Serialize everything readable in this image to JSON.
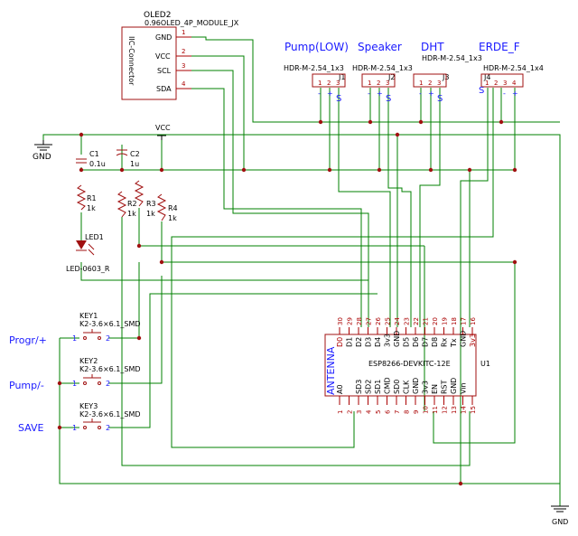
{
  "colors": {
    "wire": "#008000",
    "component": "#a01010",
    "pin": "#aa0000",
    "text": "#000000",
    "label": "#1a1aff",
    "junction": "#a01010"
  },
  "oled": {
    "ref": "OLED2",
    "value": "0.96OLED_4P_MODULE_JX",
    "body_label": "IIC-Connector",
    "pins": [
      {
        "name": "GND",
        "num": "1"
      },
      {
        "name": "VCC",
        "num": "2"
      },
      {
        "name": "SCL",
        "num": "3"
      },
      {
        "name": "SDA",
        "num": "4"
      }
    ]
  },
  "headers": [
    {
      "title": "Pump(LOW)",
      "ref": "J1",
      "value": "HDR-M-2.54_1x3",
      "pins": [
        "1",
        "2",
        "3"
      ],
      "signs": [
        "-",
        "+",
        "S"
      ]
    },
    {
      "title": "Speaker",
      "ref": "J2",
      "value": "HDR-M-2.54_1x3",
      "pins": [
        "1",
        "2",
        "3"
      ],
      "signs": [
        "-",
        "+",
        "S"
      ]
    },
    {
      "title": "DHT",
      "ref": "J3",
      "value": "HDR-M-2.54_1x3",
      "pins": [
        "1",
        "2",
        "3"
      ],
      "signs": [
        "-",
        "+",
        "S"
      ]
    },
    {
      "title": "ERDE_F",
      "ref": "J4",
      "value": "HDR-M-2.54_1x4",
      "pins": [
        "1",
        "2",
        "3",
        "4"
      ],
      "signs": [
        "S",
        "",
        "-",
        "+"
      ]
    }
  ],
  "power": {
    "gnd_left": "GND",
    "gnd_right": "GND",
    "vcc": "VCC"
  },
  "caps": [
    {
      "ref": "C1",
      "value": "0.1u"
    },
    {
      "ref": "C2",
      "value": "1u"
    }
  ],
  "resistors": [
    {
      "ref": "R1",
      "value": "1k"
    },
    {
      "ref": "R2",
      "value": "1k"
    },
    {
      "ref": "R3",
      "value": "1k"
    },
    {
      "ref": "R4",
      "value": "1k"
    }
  ],
  "led": {
    "ref": "LED1",
    "value": "LED-0603_R"
  },
  "keys": [
    {
      "ref": "KEY1",
      "value": "K2-3.6×6.1_SMD",
      "label": "Progr/+",
      "p1": "1",
      "p2": "2"
    },
    {
      "ref": "KEY2",
      "value": "K2-3.6×6.1_SMD",
      "label": "Pump/-",
      "p1": "1",
      "p2": "2"
    },
    {
      "ref": "KEY3",
      "value": "K2-3.6×6.1_SMD",
      "label": "SAVE",
      "p1": "1",
      "p2": "2"
    }
  ],
  "esp": {
    "ref": "U1",
    "value": "ESP8266-DEVKITC-12E",
    "antenna": "ANTENNA",
    "top_names": [
      "D0",
      "D1",
      "D2",
      "D3",
      "D4",
      "3v3",
      "GND",
      "D5",
      "D6",
      "D7",
      "D8",
      "Rx",
      "Tx",
      "GND",
      "3v3"
    ],
    "top_nums": [
      "30",
      "29",
      "28",
      "27",
      "26",
      "25",
      "24",
      "23",
      "22",
      "21",
      "20",
      "19",
      "18",
      "17",
      "16"
    ],
    "bottom_names": [
      "A0",
      "",
      "SD3",
      "SD2",
      "SD1",
      "CMD",
      "SD0",
      "CLK",
      "GND",
      "3v3",
      "EN",
      "RST",
      "GND",
      "Vin"
    ],
    "bottom_nums": [
      "1",
      "2",
      "3",
      "4",
      "5",
      "6",
      "7",
      "8",
      "9",
      "10",
      "11",
      "12",
      "13",
      "14",
      "15"
    ]
  }
}
